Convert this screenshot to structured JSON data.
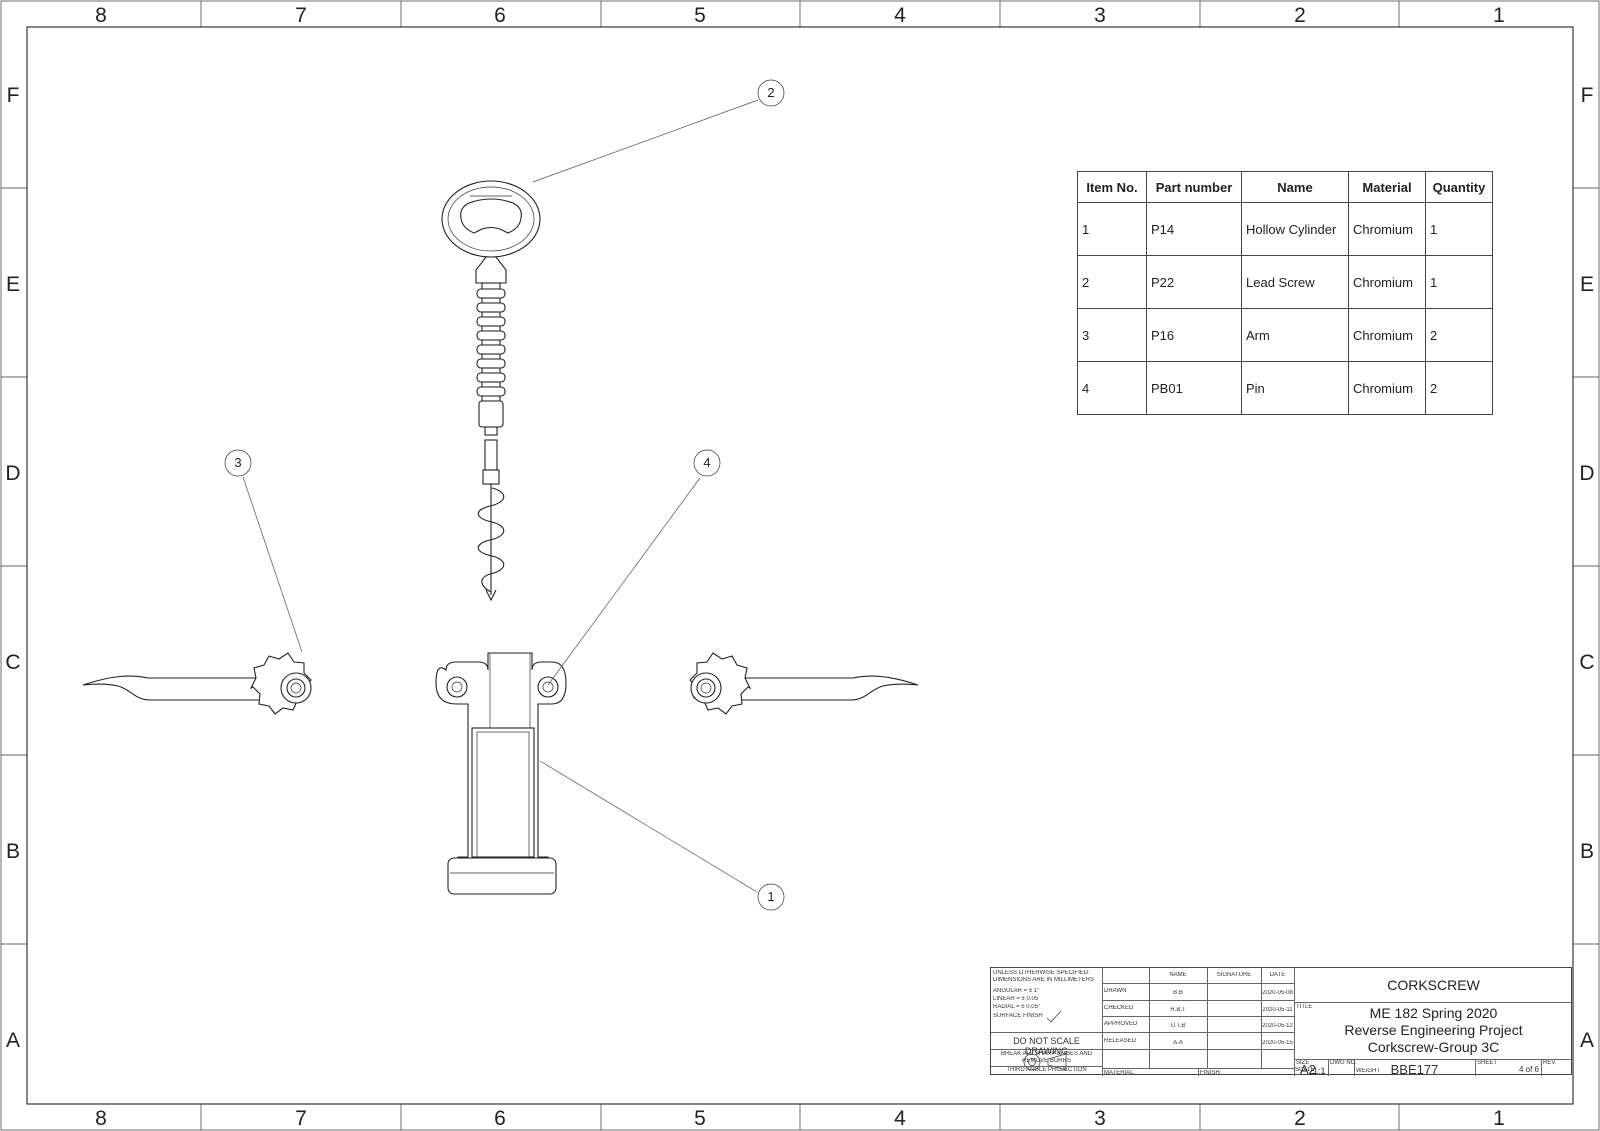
{
  "zones": {
    "columns": [
      "8",
      "7",
      "6",
      "5",
      "4",
      "3",
      "2",
      "1"
    ],
    "rows": [
      "F",
      "E",
      "D",
      "C",
      "B",
      "A"
    ]
  },
  "balloons": [
    "1",
    "2",
    "3",
    "4"
  ],
  "bom": {
    "headers": [
      "Item No.",
      "Part number",
      "Name",
      "Material",
      "Quantity"
    ],
    "rows": [
      [
        "1",
        "P14",
        "Hollow Cylinder",
        "Chromium",
        "1"
      ],
      [
        "2",
        "P22",
        "Lead Screw",
        "Chromium",
        "1"
      ],
      [
        "3",
        "P16",
        "Arm",
        "Chromium",
        "2"
      ],
      [
        "4",
        "PB01",
        "Pin",
        "Chromium",
        "2"
      ]
    ]
  },
  "title_block": {
    "tolerance_note_1": "UNLESS OTHERWISE SPECIFIED:",
    "tolerance_note_2": "DIMENSIONS ARE IN MILLIMETERS",
    "angular": "ANGULAR = ± 1°",
    "linear": "LINEAR = ± 0.05",
    "radial": "RADIAL = ± 0.05°",
    "surface_finish": "SURFACE FINISH",
    "do_not_scale": "DO NOT SCALE DRAWING",
    "break_edges_1": "BREAK ALL SHARP EDGES AND",
    "break_edges_2": "REMOVE BURRS",
    "projection": "THIRD ANGLE PROJECTION",
    "col_name": "NAME",
    "col_signature": "SIGNATURE",
    "col_date": "DATE",
    "approvals": [
      {
        "role": "DRAWN",
        "name": "B.B",
        "date": "2020-05-08"
      },
      {
        "role": "CHECKED",
        "name": "R.B.T",
        "date": "2020-05-11"
      },
      {
        "role": "APPROVED",
        "name": "U.T.B",
        "date": "2020-05-12"
      },
      {
        "role": "RELEASED",
        "name": "A.A",
        "date": "2020-05-15"
      }
    ],
    "material_label": "MATERIAL:",
    "finish_label": "FINISH:",
    "company": "CORKSCREW",
    "title_label": "TITLE",
    "title_line_1": "ME 182 Spring 2020",
    "title_line_2": "Reverse Engineering Project",
    "title_line_3": "Corkscrew-Group 3C",
    "size_label": "SIZE",
    "size": "A2",
    "dwg_no_label": "DWG NO.",
    "dwg_no": "BBE177",
    "rev_label": "REV.",
    "scale_label": "SCALE",
    "scale": "1:1",
    "weight_label": "WEIGHT",
    "sheet_label": "SHEET",
    "sheet": "4 of 6"
  }
}
